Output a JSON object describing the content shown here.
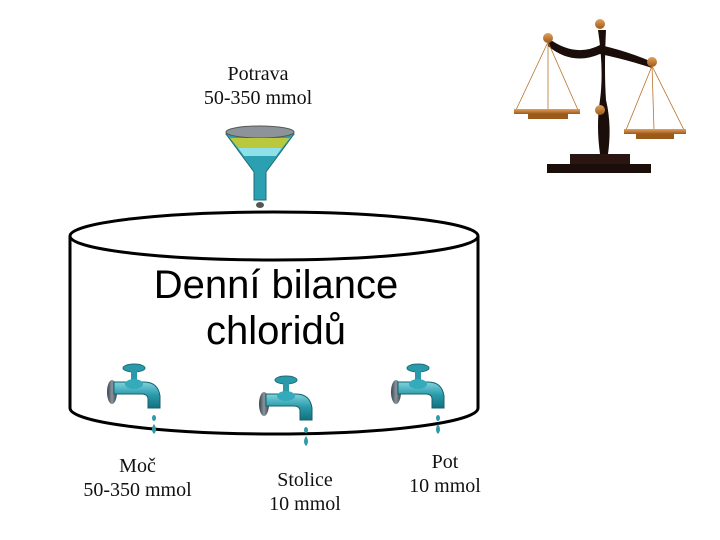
{
  "input": {
    "name": "Potrava",
    "range": "50-350 mmol"
  },
  "title": {
    "line1": "Denní bilance",
    "line2": "chloridů"
  },
  "outputs": [
    {
      "name": "Moč",
      "range": "50-350 mmol"
    },
    {
      "name": "Stolice",
      "range": "10 mmol"
    },
    {
      "name": "Pot",
      "range": "10 mmol"
    }
  ],
  "icons": [
    "funnel-icon",
    "scale-icon",
    "faucet-icon"
  ],
  "colors": {
    "water": "#2f9aa8",
    "faucet_body": "#2a8fa0",
    "knob": "#55606a",
    "scale_dark": "#1a0d0a",
    "scale_gold": "#b8742a"
  }
}
